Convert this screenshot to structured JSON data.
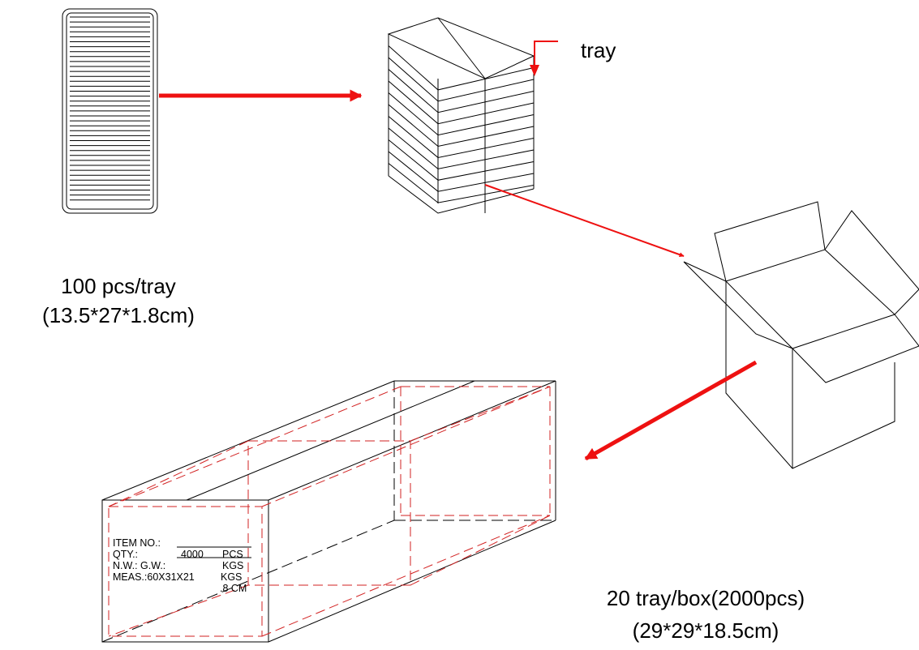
{
  "labels": {
    "tray": "tray",
    "tray_count": "100 pcs/tray",
    "tray_size": "(13.5*27*1.8cm)",
    "box_count": "20 tray/box(2000pcs)",
    "box_size": "(29*29*18.5cm)"
  },
  "carton_marking": {
    "item_no": "ITEM NO.:",
    "qty": "QTY.:",
    "qty_value": "4000",
    "qty_unit": "PCS",
    "nw_gw": "N.W.: G.W.:",
    "kgs": "KGS",
    "meas": "MEAS.:60X31X21",
    "kgs2": "KGS",
    "cm": ".8 CM"
  },
  "colors": {
    "arrow": "#ee1111",
    "dash": "#d22222",
    "line": "#000000"
  }
}
